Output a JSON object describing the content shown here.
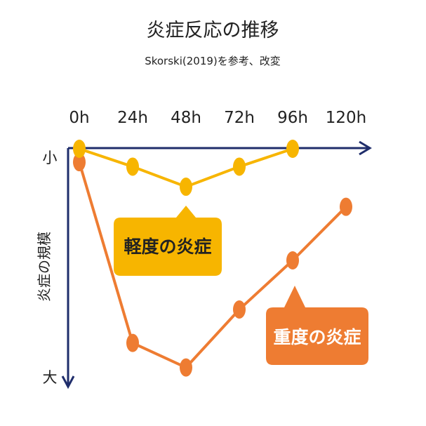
{
  "chart_data": {
    "type": "line",
    "title": "炎症反応の推移",
    "subtitle": "Skorski(2019)を参考、改変",
    "categories": [
      "0h",
      "24h",
      "48h",
      "72h",
      "96h",
      "120h"
    ],
    "ylabel": "炎症の規模",
    "y_axis_ends": {
      "top": "小",
      "bottom": "大"
    },
    "ylim": [
      0,
      10
    ],
    "y_direction": "down",
    "grid": false,
    "legend": "none",
    "series": [
      {
        "name": "軽度の炎症",
        "values": [
          0,
          0.8,
          1.7,
          0.8,
          0,
          null
        ],
        "color": "#f7b500",
        "label_color": "#222222"
      },
      {
        "name": "重度の炎症",
        "values": [
          0.6,
          8.7,
          9.8,
          7.2,
          5.0,
          2.6
        ],
        "color": "#ee7c32",
        "label_color": "#ffffff"
      }
    ]
  }
}
